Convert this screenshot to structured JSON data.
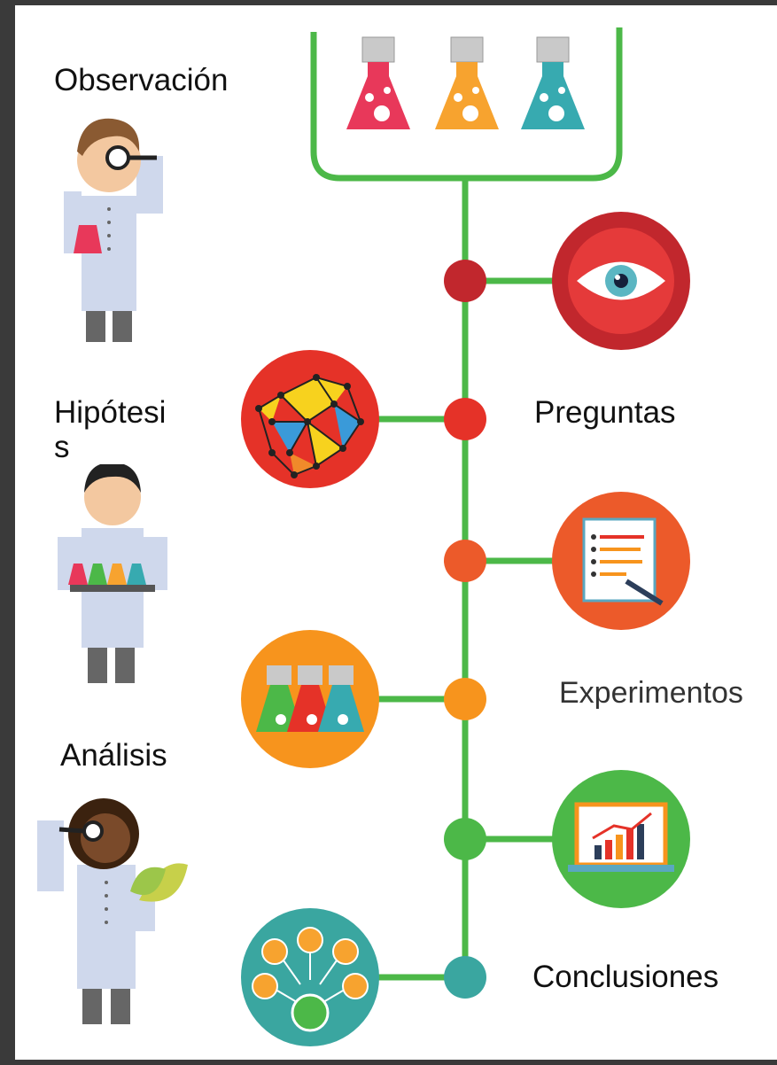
{
  "labels": {
    "observacion": "Observación",
    "hipotesis_line1": "Hipótesi",
    "hipotesis_line2": "s",
    "analisis": "Análisis",
    "preguntas": "Preguntas",
    "experimentos": "Experimentos",
    "conclusiones": "Conclusiones"
  },
  "colors": {
    "line": "#4cb848",
    "node1": "#c1272d",
    "node2": "#e53228",
    "node3": "#ec5a2a",
    "node4": "#f7941d",
    "node5": "#4cb848",
    "node6": "#3aa6a0",
    "flask_pink": "#e8385a",
    "flask_orange": "#f7a32f",
    "flask_teal": "#37aab0",
    "coat": "#cfd8ec"
  },
  "icons": [
    "flask-pink-icon",
    "flask-orange-icon",
    "flask-teal-icon",
    "eye-icon",
    "network-icon",
    "checklist-icon",
    "beakers-icon",
    "bar-chart-laptop-icon",
    "convergence-icon"
  ]
}
